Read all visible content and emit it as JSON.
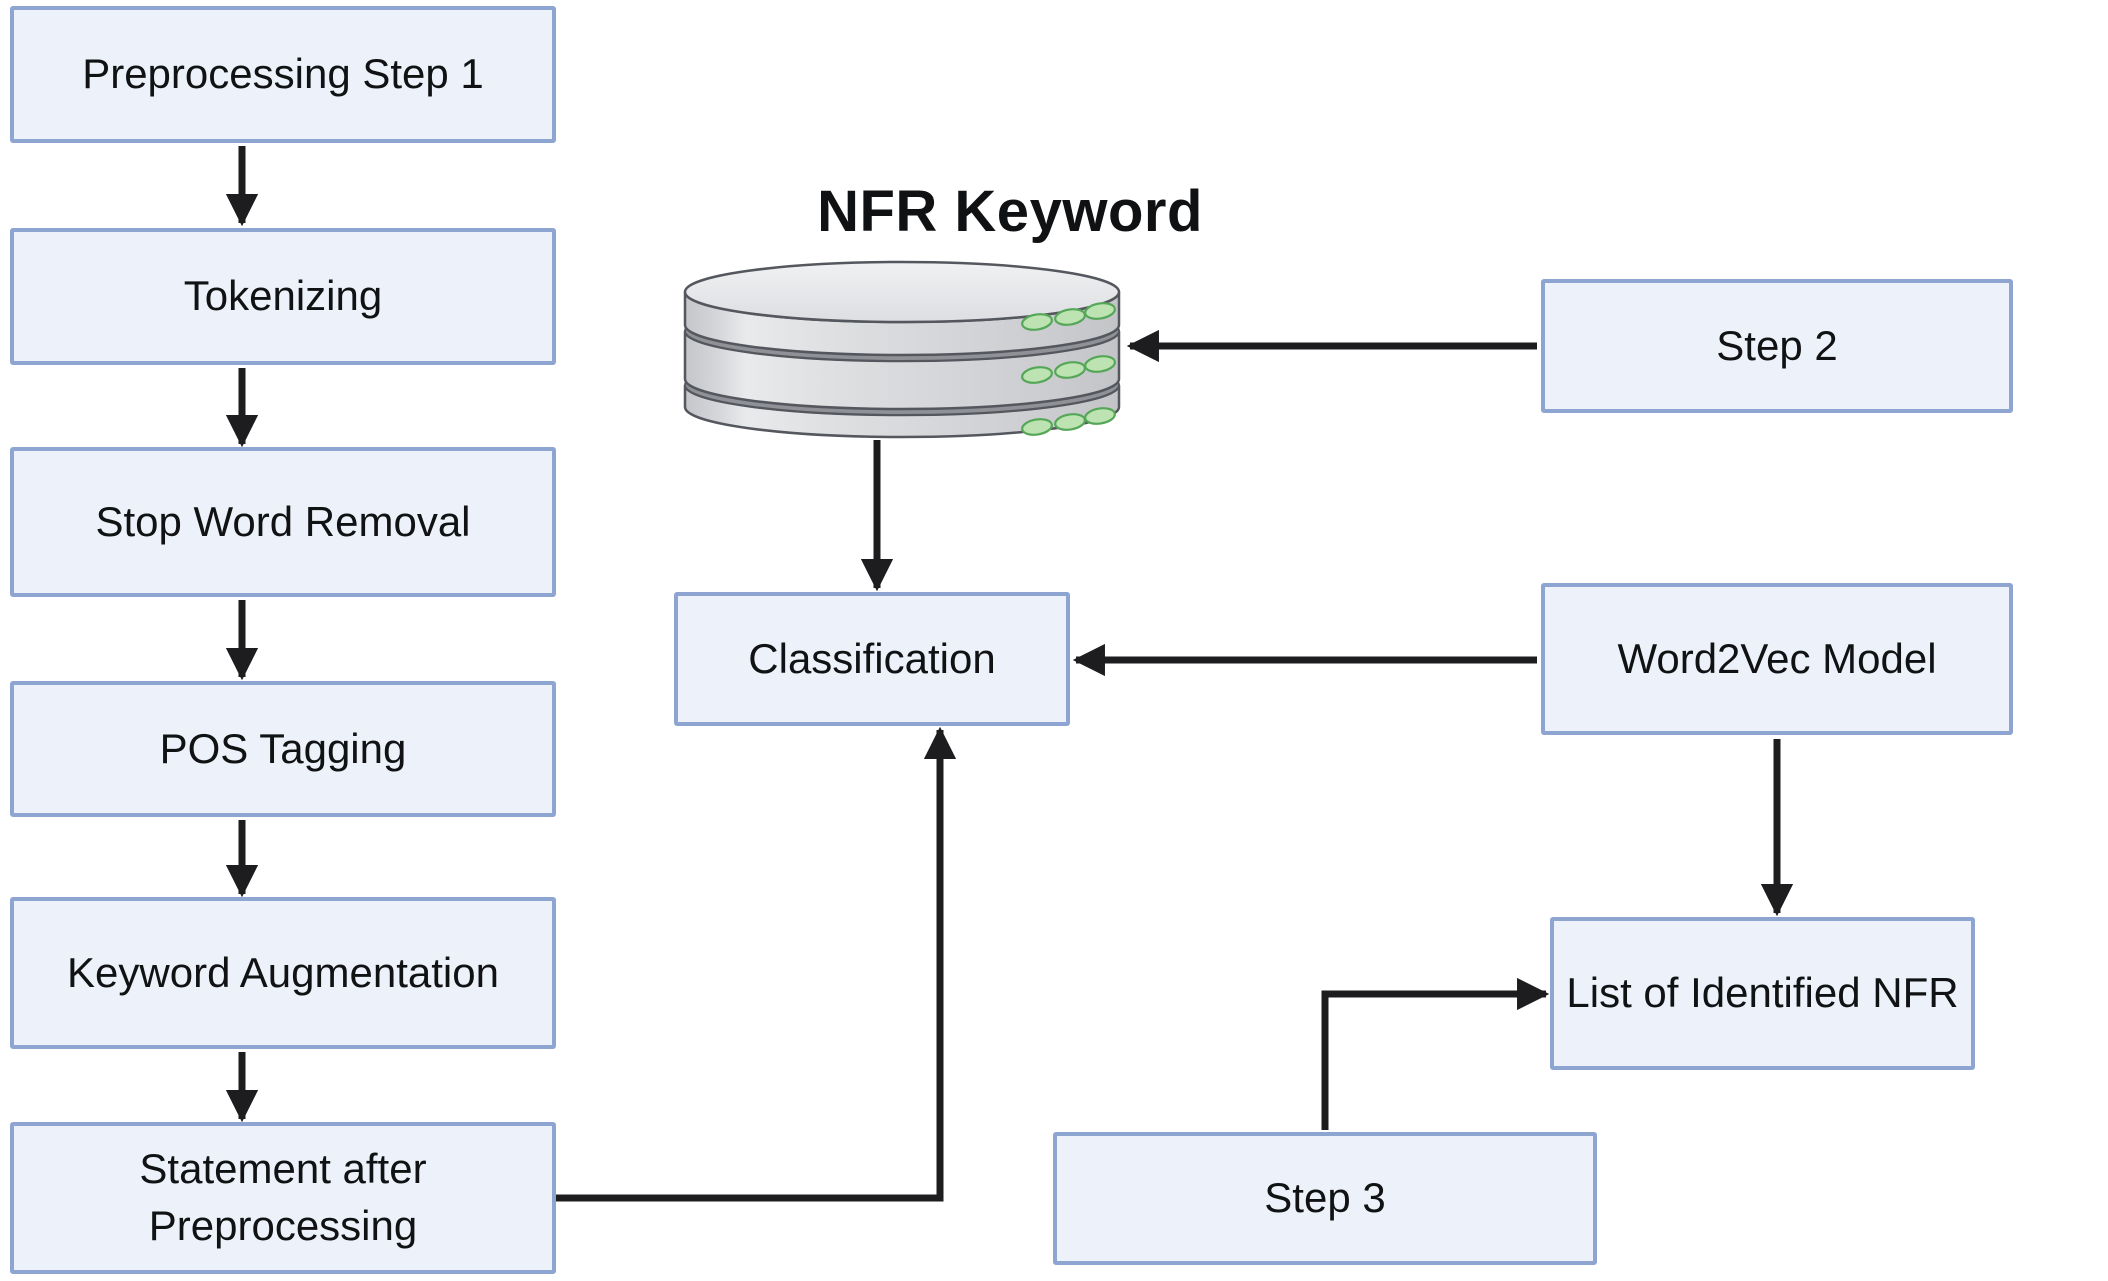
{
  "diagram": {
    "title": "NFR Keyword",
    "colors": {
      "box_fill": "#EDF2FA",
      "box_border": "#8FA5D1",
      "arrow": "#1D1D1F",
      "db_disk_light": "#E9EAEC",
      "db_disk_mid": "#D5D6D9",
      "db_gap_dark": "#909196",
      "db_outline": "#54575D",
      "led_fill": "#BDE3B2",
      "led_border": "#55A758",
      "text": "#111214"
    },
    "nodes": {
      "preprocessing_step_1": {
        "label": "Preprocessing Step 1"
      },
      "tokenizing": {
        "label": "Tokenizing"
      },
      "stop_word_removal": {
        "label": "Stop Word Removal"
      },
      "pos_tagging": {
        "label": "POS Tagging"
      },
      "keyword_augmentation": {
        "label": "Keyword Augmentation"
      },
      "statement_after_preprocessing": {
        "label": "Statement after Preprocessing"
      },
      "nfr_keyword_db": {
        "label": "NFR Keyword",
        "icon": "database-icon"
      },
      "step_2": {
        "label": "Step 2"
      },
      "classification": {
        "label": "Classification"
      },
      "word2vec_model": {
        "label": "Word2Vec Model"
      },
      "list_of_identified_nfr": {
        "label": "List of Identified NFR"
      },
      "step_3": {
        "label": "Step 3"
      }
    },
    "edges": [
      {
        "from": "preprocessing_step_1",
        "to": "tokenizing"
      },
      {
        "from": "tokenizing",
        "to": "stop_word_removal"
      },
      {
        "from": "stop_word_removal",
        "to": "pos_tagging"
      },
      {
        "from": "pos_tagging",
        "to": "keyword_augmentation"
      },
      {
        "from": "keyword_augmentation",
        "to": "statement_after_preprocessing"
      },
      {
        "from": "statement_after_preprocessing",
        "to": "classification"
      },
      {
        "from": "nfr_keyword_db",
        "to": "classification"
      },
      {
        "from": "step_2",
        "to": "nfr_keyword_db"
      },
      {
        "from": "word2vec_model",
        "to": "classification"
      },
      {
        "from": "word2vec_model",
        "to": "list_of_identified_nfr"
      },
      {
        "from": "step_3",
        "to": "list_of_identified_nfr"
      }
    ]
  }
}
